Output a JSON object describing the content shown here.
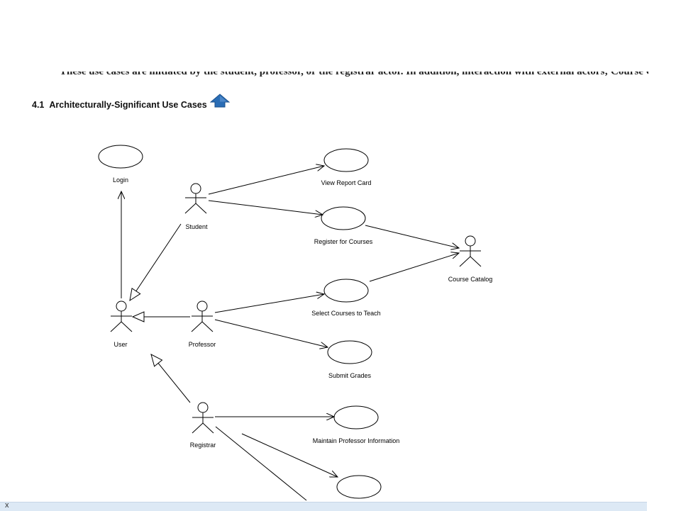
{
  "document": {
    "clipped_line": "These use cases are initiated by the student, professor, or the registrar actor. In addition, interaction with external actors; Course Catalog and Billing System occur.",
    "section_number": "4.1",
    "section_title": "Architecturally-Significant Use Cases",
    "up_icon": "up-arrow-icon"
  },
  "diagram": {
    "actors": {
      "user": "User",
      "student": "Student",
      "professor": "Professor",
      "registrar": "Registrar",
      "course_catalog": "Course Catalog"
    },
    "use_cases": {
      "login": "Login",
      "view_report_card": "View Report Card",
      "register_for_courses": "Register for Courses",
      "select_courses_to_teach": "Select Courses to Teach",
      "submit_grades": "Submit Grades",
      "maintain_professor_information": "Maintain Professor Information"
    }
  },
  "statusbar": {
    "close_glyph": "x"
  },
  "colors": {
    "up_arrow": "#2a6db5",
    "statusbar": "#dde9f5"
  }
}
